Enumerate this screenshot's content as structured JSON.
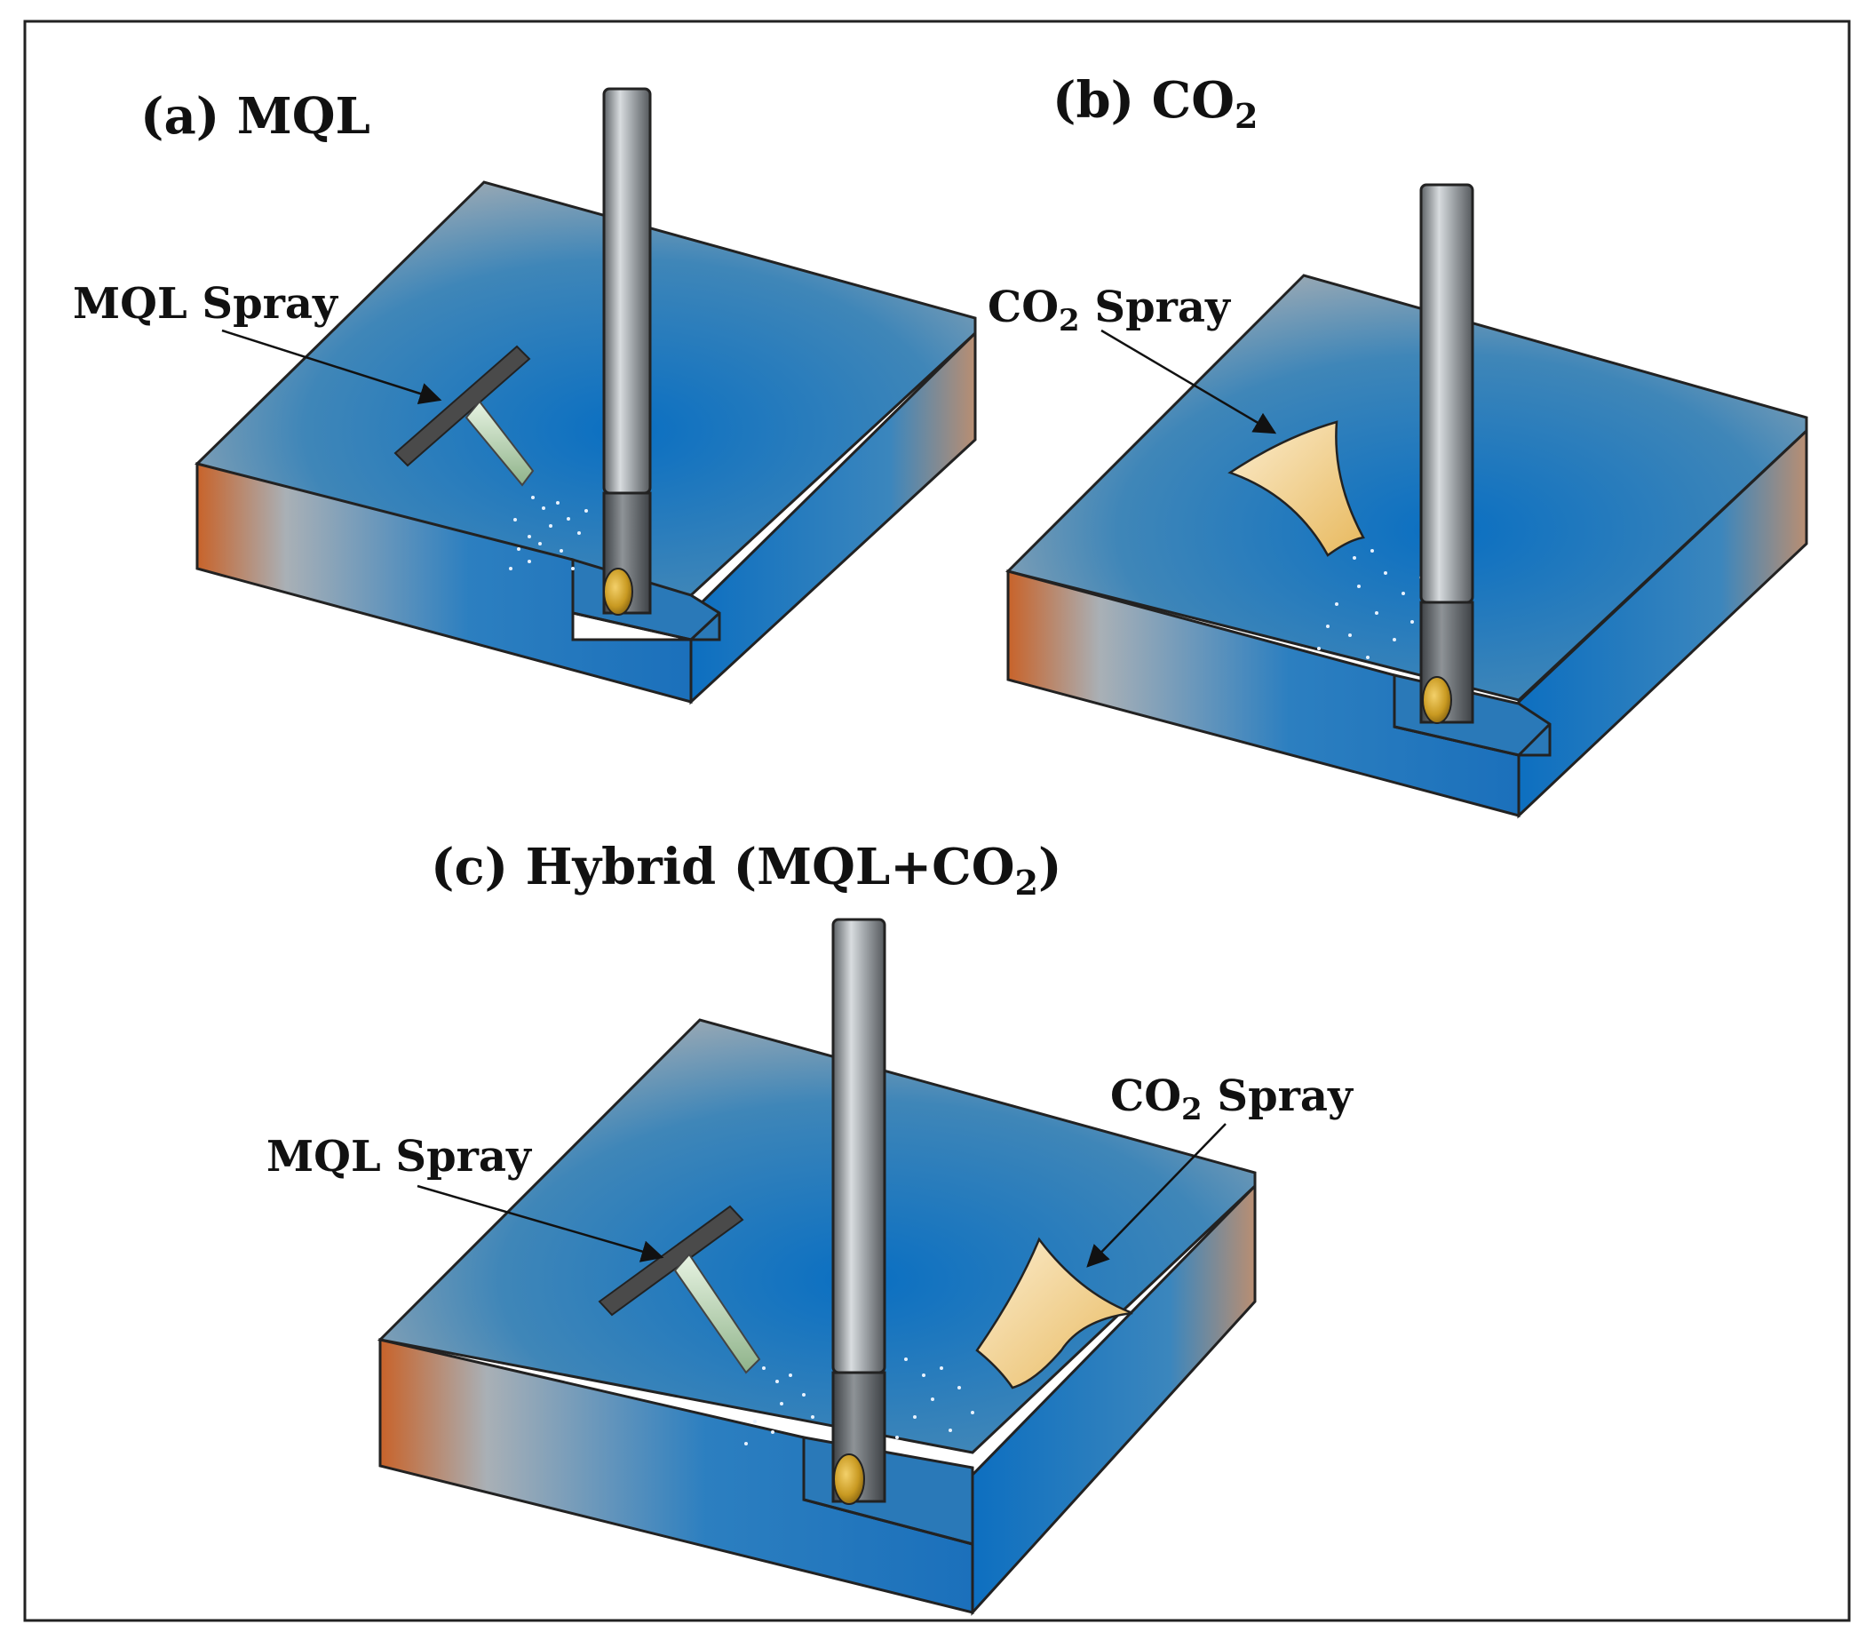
{
  "panels": [
    {
      "title": "(a) MQL",
      "title_parts": [
        "(a) MQL"
      ],
      "callouts": [
        {
          "text": [
            "MQL Spray"
          ],
          "kind": "mql"
        }
      ]
    },
    {
      "title": "(b) CO₂",
      "title_parts": [
        "(b) CO",
        "2"
      ],
      "callouts": [
        {
          "text": [
            "CO",
            "2",
            " Spray"
          ],
          "kind": "co2"
        }
      ]
    },
    {
      "title": "(c) Hybrid (MQL+CO₂)",
      "title_parts": [
        "(c) Hybrid (MQL+CO",
        "2",
        ")"
      ],
      "callouts": [
        {
          "text": [
            "MQL Spray"
          ],
          "kind": "mql"
        },
        {
          "text": [
            "CO",
            "2",
            " Spray"
          ],
          "kind": "co2"
        }
      ]
    }
  ],
  "colors": {
    "workpiece_blue": "#0a6fc2",
    "workpiece_gray": "#a9b3ba",
    "workpiece_orange": "#c96a2b",
    "tool_shank": "#9aa0a6",
    "insert_gold": "#c99a22",
    "nozzle_bar": "#444444",
    "mql_nozzle": "#b9d6b0",
    "co2_nozzle": "#f2d08e"
  },
  "icons": [
    "end-mill-icon",
    "mql-nozzle-icon",
    "co2-nozzle-icon",
    "workpiece-block-icon",
    "spray-particles-icon"
  ]
}
